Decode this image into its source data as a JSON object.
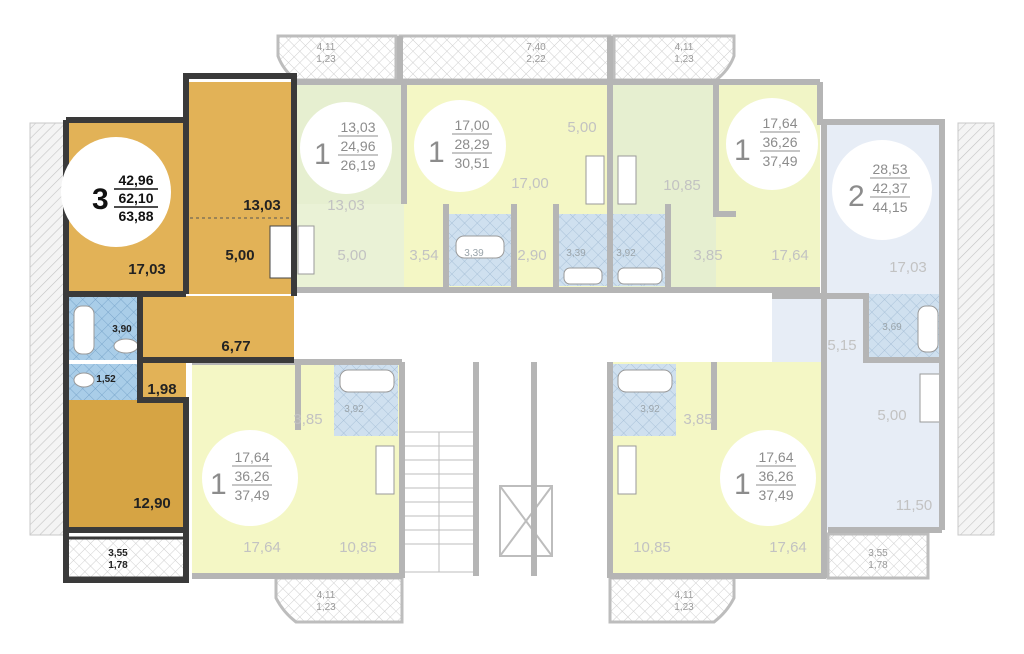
{
  "colors": {
    "selected_fill": "#e2b257",
    "selected_dark_fill": "#d6a444",
    "pale_yellow": "#f4f7c5",
    "pale_green": "#e6efd0",
    "pale_blue": "#e7edf6",
    "bath_blue": "#c8dcee",
    "wall": "#b5b5b5",
    "wall_selected": "#3a3a3a"
  },
  "apartments": {
    "a3": {
      "rooms": "3",
      "living": "42,96",
      "total": "62,10",
      "total_with_balcony": "63,88"
    },
    "a1_top_left": {
      "rooms": "1",
      "living": "13,03",
      "total": "24,96",
      "total_with_balcony": "26,19"
    },
    "a1_top_mid": {
      "rooms": "1",
      "living": "17,00",
      "total": "28,29",
      "total_with_balcony": "30,51"
    },
    "a1_top_right": {
      "rooms": "1",
      "living": "17,64",
      "total": "36,26",
      "total_with_balcony": "37,49"
    },
    "a2": {
      "rooms": "2",
      "living": "28,53",
      "total": "42,37",
      "total_with_balcony": "44,15"
    },
    "a1_bot_left": {
      "rooms": "1",
      "living": "17,64",
      "total": "36,26",
      "total_with_balcony": "37,49"
    },
    "a1_bot_right": {
      "rooms": "1",
      "living": "17,64",
      "total": "36,26",
      "total_with_balcony": "37,49"
    }
  },
  "rooms": {
    "a3_room1": "17,03",
    "a3_room2": "13,03",
    "a3_kitchen": "5,00",
    "a3_hall": "6,77",
    "a3_bath": "3,90",
    "a3_wc": "1,52",
    "a3_corr": "1,98",
    "a3_room3": "12,90",
    "a3_balcony_area": "3,55",
    "a3_balcony_coef": "1,78",
    "t1_room": "13,03",
    "t1_kitchen": "5,00",
    "t1_hall": "3,54",
    "t1_bath": "3,39",
    "t2_kitchen": "5,00",
    "t2_room": "17,00",
    "t2_hall": "2,90",
    "t2_bath": "3,39",
    "t3_bath": "3,92",
    "t3_kitchen": "10,85",
    "t3_hall": "3,85",
    "t3_room": "17,64",
    "a2_room1": "17,03",
    "a2_hall": "5,15",
    "a2_bath": "3,69",
    "a2_kitchen": "5,00",
    "a2_room2": "11,50",
    "a2_balcony_area": "3,55",
    "a2_balcony_coef": "1,78",
    "b1_hall": "3,85",
    "b1_bath": "3,92",
    "b1_room": "17,64",
    "b1_kitchen": "10,85",
    "b2_bath": "3,92",
    "b2_hall": "3,85",
    "b2_kitchen": "10,85",
    "b2_room": "17,64"
  },
  "balconies": {
    "top_left": {
      "area": "4,11",
      "coef": "1,23"
    },
    "top_mid": {
      "area": "7,40",
      "coef": "2,22"
    },
    "top_right": {
      "area": "4,11",
      "coef": "1,23"
    },
    "bot_left": {
      "area": "4,11",
      "coef": "1,23"
    },
    "bot_right": {
      "area": "4,11",
      "coef": "1,23"
    }
  }
}
